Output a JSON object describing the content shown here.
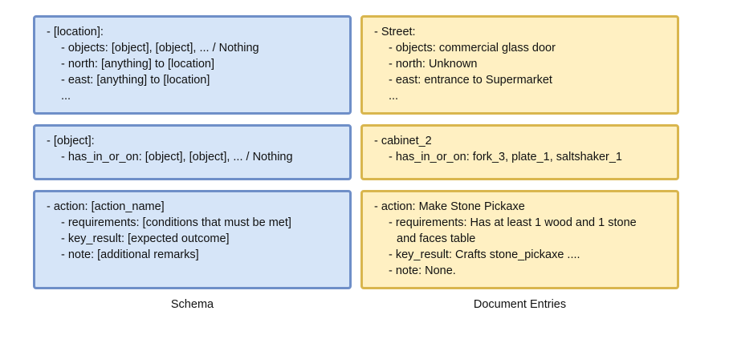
{
  "schema": {
    "caption": "Schema",
    "boxes": [
      {
        "lines": [
          "- [location]:",
          "- objects: [object], [object], ... / Nothing",
          "- north: [anything] to [location]",
          "- east: [anything] to [location]",
          "..."
        ]
      },
      {
        "lines": [
          "- [object]:",
          "- has_in_or_on: [object], [object], ... / Nothing"
        ]
      },
      {
        "lines": [
          "- action: [action_name]",
          "- requirements: [conditions that must be met]",
          "- key_result: [expected outcome]",
          "- note: [additional remarks]"
        ]
      }
    ]
  },
  "document": {
    "caption": "Document Entries",
    "boxes": [
      {
        "lines": [
          "- Street:",
          "- objects: commercial glass door",
          "- north: Unknown",
          "- east: entrance to Supermarket",
          "..."
        ]
      },
      {
        "lines": [
          "- cabinet_2",
          "- has_in_or_on: fork_3, plate_1, saltshaker_1"
        ]
      },
      {
        "lines": [
          "- action: Make Stone Pickaxe",
          "- requirements: Has at least 1 wood and 1 stone",
          "and faces table",
          "- key_result: Crafts stone_pickaxe ....",
          "- note: None."
        ]
      }
    ]
  }
}
